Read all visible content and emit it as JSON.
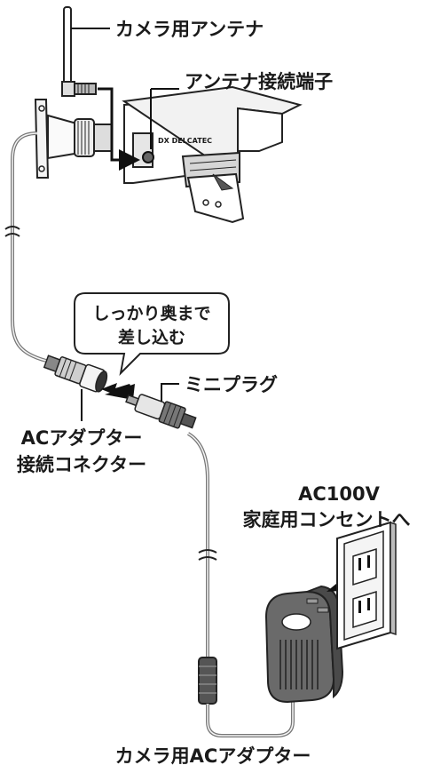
{
  "labels": {
    "camera_antenna": "カメラ用アンテナ",
    "antenna_terminal": "アンテナ接続端子",
    "mini_plug": "ミニプラグ",
    "adapter_connector_line1": "ACアダプター",
    "adapter_connector_line2": "接続コネクター",
    "outlet_line1": "AC100V",
    "outlet_line2": "家庭用コンセントへ",
    "camera_adapter": "カメラ用ACアダプター"
  },
  "callout": {
    "line1": "しっかり奥まで",
    "line2": "差し込む"
  },
  "brand": "DX DELCATEC"
}
